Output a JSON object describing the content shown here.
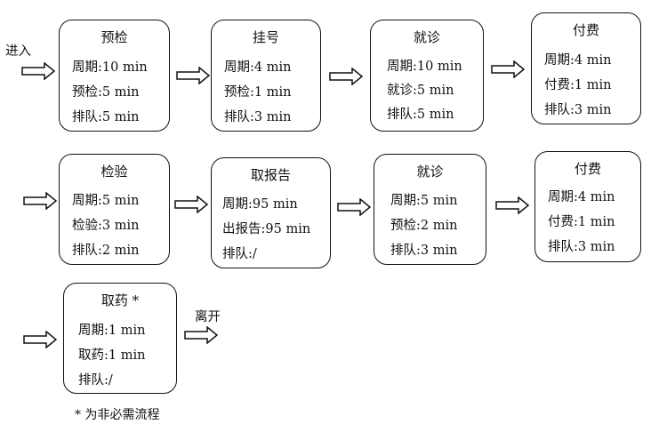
{
  "start_label": "进入",
  "end_label": "离开",
  "footnote": "* 为非必需流程",
  "rows": [
    [
      {
        "title": "预检",
        "lines": [
          "周期:10 min",
          "预检:5 min",
          "排队:5 min"
        ]
      },
      {
        "title": "挂号",
        "lines": [
          "周期:4 min",
          "预检:1 min",
          "排队:3 min"
        ]
      },
      {
        "title": "就诊",
        "lines": [
          "周期:10 min",
          "就诊:5 min",
          "排队:5 min"
        ]
      },
      {
        "title": "付费",
        "lines": [
          "周期:4 min",
          "付费:1 min",
          "排队:3 min"
        ]
      }
    ],
    [
      {
        "title": "检验",
        "lines": [
          "周期:5 min",
          "检验:3 min",
          "排队:2 min"
        ]
      },
      {
        "title": "取报告",
        "lines": [
          "周期:95 min",
          "出报告:95 min",
          "排队:/"
        ]
      },
      {
        "title": "就诊",
        "lines": [
          "周期:5 min",
          "预检:2 min",
          "排队:3 min"
        ]
      },
      {
        "title": "付费",
        "lines": [
          "周期:4 min",
          "付费:1 min",
          "排队:3 min"
        ]
      }
    ],
    [
      {
        "title": "取药 *",
        "lines": [
          "周期:1 min",
          "取药:1 min",
          "排队:/"
        ]
      }
    ]
  ]
}
